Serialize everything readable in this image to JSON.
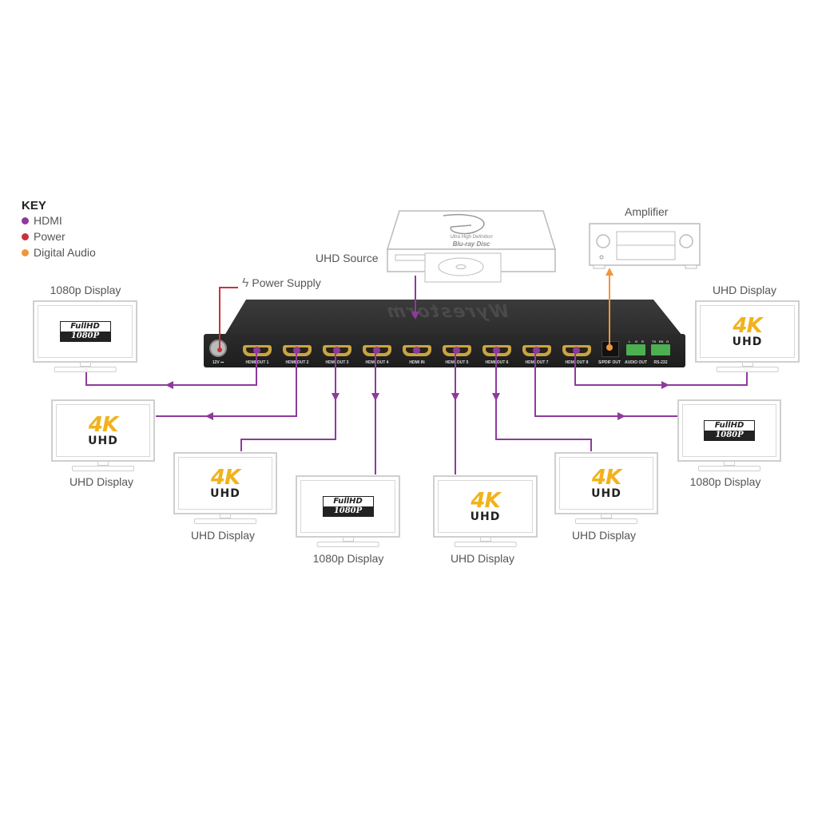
{
  "key": {
    "title": "KEY",
    "items": [
      {
        "label": "HDMI",
        "color": "#8e3a9d"
      },
      {
        "label": "Power",
        "color": "#c8323c"
      },
      {
        "label": "Digital Audio",
        "color": "#f0963a"
      }
    ]
  },
  "colors": {
    "hdmi": "#8e3a9d",
    "power": "#c8323c",
    "digital_audio": "#f0963a",
    "device_body": "#262626",
    "display_frame": "#cfcfcf"
  },
  "labels": {
    "uhd_source": "UHD Source",
    "amplifier": "Amplifier",
    "power_supply": "Power Supply",
    "bluray_logo_line1": "Ultra High Definition",
    "bluray_logo_line2": "Blu-ray Disc",
    "brand": "Wyrestorm"
  },
  "device": {
    "power_label": "12V ⎓",
    "ports": [
      "HDMI OUT 1",
      "HDMI OUT 2",
      "HDMI OUT 3",
      "HDMI OUT 4",
      "HDMI IN",
      "HDMI OUT 5",
      "HDMI OUT 6",
      "HDMI OUT 7",
      "HDMI OUT 8"
    ],
    "spdif_label": "S/PDIF OUT",
    "audio_out_label": "AUDIO OUT",
    "audio_pins": [
      "L",
      "G",
      "R"
    ],
    "rs232_label": "RS-232",
    "rs232_pins": [
      "TX",
      "RX",
      "G"
    ]
  },
  "displays": [
    {
      "label": "1080p Display",
      "logo": "fullhd",
      "port": "HDMI OUT 1"
    },
    {
      "label": "UHD Display",
      "logo": "4k",
      "port": "HDMI OUT 2"
    },
    {
      "label": "UHD Display",
      "logo": "4k",
      "port": "HDMI OUT 3"
    },
    {
      "label": "1080p Display",
      "logo": "fullhd",
      "port": "HDMI OUT 4"
    },
    {
      "label": "UHD Display",
      "logo": "4k",
      "port": "HDMI OUT 5"
    },
    {
      "label": "UHD Display",
      "logo": "4k",
      "port": "HDMI OUT 6"
    },
    {
      "label": "1080p Display",
      "logo": "fullhd",
      "port": "HDMI OUT 7"
    },
    {
      "label": "UHD Display",
      "logo": "4k",
      "port": "HDMI OUT 8"
    }
  ],
  "logos": {
    "fullhd_top": "FullHD",
    "fullhd_bottom": "1080P",
    "k4_top": "4K",
    "k4_bottom": "UHD"
  }
}
